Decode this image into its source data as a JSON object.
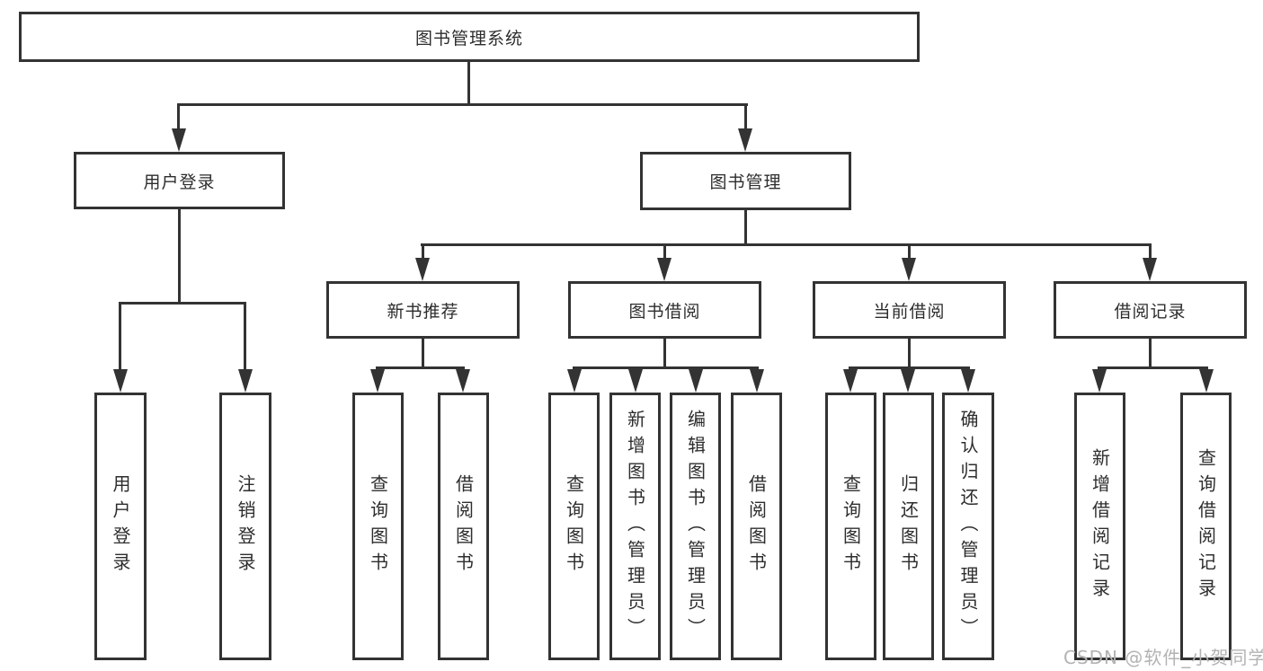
{
  "diagram": {
    "root": {
      "label": "图书管理系统"
    },
    "branches": [
      {
        "label": "用户登录",
        "children": [
          {
            "label": "用户登录"
          },
          {
            "label": "注销登录"
          }
        ]
      },
      {
        "label": "图书管理",
        "children": [
          {
            "label": "新书推荐",
            "children": [
              {
                "label": "查询图书"
              },
              {
                "label": "借阅图书"
              }
            ]
          },
          {
            "label": "图书借阅",
            "children": [
              {
                "label": "查询图书"
              },
              {
                "label": "新增图书（管理员）"
              },
              {
                "label": "编辑图书（管理员）"
              },
              {
                "label": "借阅图书"
              }
            ]
          },
          {
            "label": "当前借阅",
            "children": [
              {
                "label": "查询图书"
              },
              {
                "label": "归还图书"
              },
              {
                "label": "确认归还（管理员）"
              }
            ]
          },
          {
            "label": "借阅记录",
            "children": [
              {
                "label": "新增借阅记录"
              },
              {
                "label": "查询借阅记录"
              }
            ]
          }
        ]
      }
    ]
  },
  "watermark": {
    "text": "CSDN @软件_小贺同学"
  },
  "colors": {
    "line": "#333333",
    "text": "#2d2d2d",
    "watermark": "#b3b3b3",
    "background": "#ffffff"
  }
}
